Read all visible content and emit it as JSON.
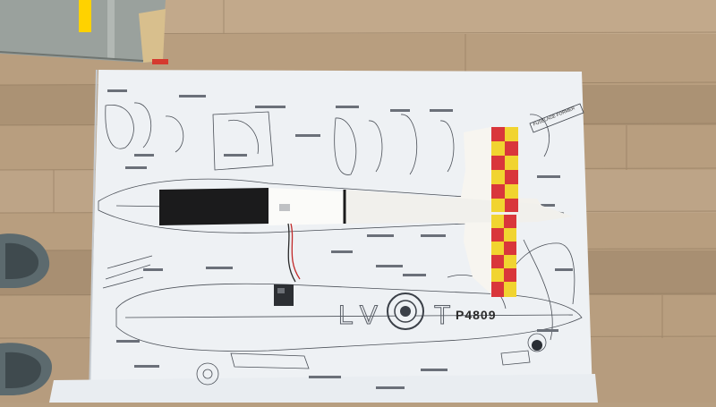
{
  "scene": {
    "description_items": [
      "wood-floor",
      "blueprint-plan",
      "foam-fuselage",
      "foam-tail",
      "wing-panel",
      "shoes"
    ],
    "colors": {
      "floor": "#b79e80",
      "floor_dark": "#a38b6d",
      "paper": "#eef1f4",
      "ink": "#4a4f57",
      "fuselage_black": "#1b1b1c",
      "foam": "#f3f1ec",
      "checker_red": "#d9363b",
      "checker_yellow": "#f1d430",
      "wing_yellow": "#ffd200",
      "wing_grey": "#9aa19d"
    }
  },
  "plan": {
    "registration_code": "P4809",
    "ribbon_label": "FUSELAGE FORMER"
  }
}
